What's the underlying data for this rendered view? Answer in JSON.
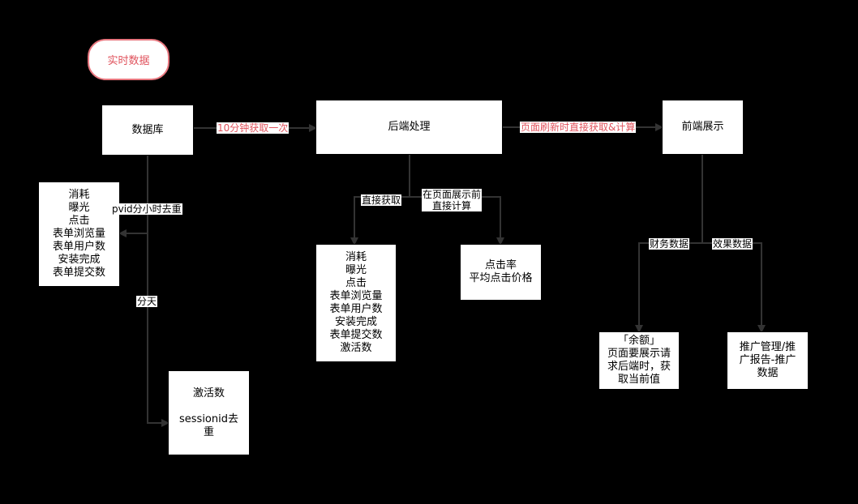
{
  "legend": {
    "realtime": "实时数据"
  },
  "nodes": {
    "database": "数据库",
    "backend": "后端处理",
    "frontend": "前端展示",
    "db_metrics": [
      "消耗",
      "曝光",
      "点击",
      "表单浏览量",
      "表单用户数",
      "安装完成",
      "表单提交数"
    ],
    "activations": [
      "激活数",
      "",
      "sessionid去",
      "重"
    ],
    "direct_metrics": [
      "消耗",
      "曝光",
      "点击",
      "表单浏览量",
      "表单用户数",
      "安装完成",
      "表单提交数",
      "激活数"
    ],
    "computed_metrics": [
      "点击率",
      "平均点击价格"
    ],
    "balance": [
      "「余额」",
      "页面要展示请",
      "求后端时，获",
      "取当前值"
    ],
    "promotion": [
      "推广管理/推",
      "广报告-推广",
      "数据"
    ]
  },
  "edges": {
    "every_10min": "10分钟获取一次",
    "refresh_fetch": "页面刷新时直接获取&计算",
    "pvid_dedup": "pvid分小时去重",
    "by_day": "分天",
    "direct_fetch": "直接获取",
    "compute_before_show": [
      "在页面展示前",
      "直接计算"
    ],
    "finance_data": "财务数据",
    "effect_data": "效果数据"
  },
  "colors": {
    "accent": "#e0535d",
    "line": "#333333",
    "background": "#000000"
  }
}
